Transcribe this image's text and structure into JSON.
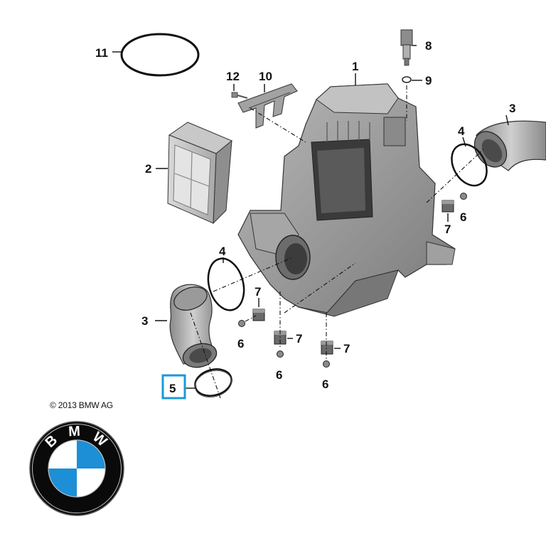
{
  "diagram": {
    "callouts": {
      "c1": "1",
      "c2": "2",
      "c3a": "3",
      "c3b": "3",
      "c4a": "4",
      "c4b": "4",
      "c5": "5",
      "c6a": "6",
      "c6b": "6",
      "c6c": "6",
      "c6d": "6",
      "c7a": "7",
      "c7b": "7",
      "c7c": "7",
      "c7d": "7",
      "c8": "8",
      "c9": "9",
      "c10": "10",
      "c11": "11",
      "c12": "12"
    },
    "highlighted_callout": "5",
    "highlight_color": "#1a9ad6",
    "housing_color": "#9a9a9a",
    "housing_dark": "#6f6f6f",
    "housing_light": "#c4c4c4"
  },
  "copyright": "© 2013 BMW AG",
  "logo": {
    "letters": [
      "B",
      "M",
      "W"
    ],
    "blue": "#1c8fd6",
    "ring": "#0a0a0a",
    "white": "#ffffff"
  }
}
